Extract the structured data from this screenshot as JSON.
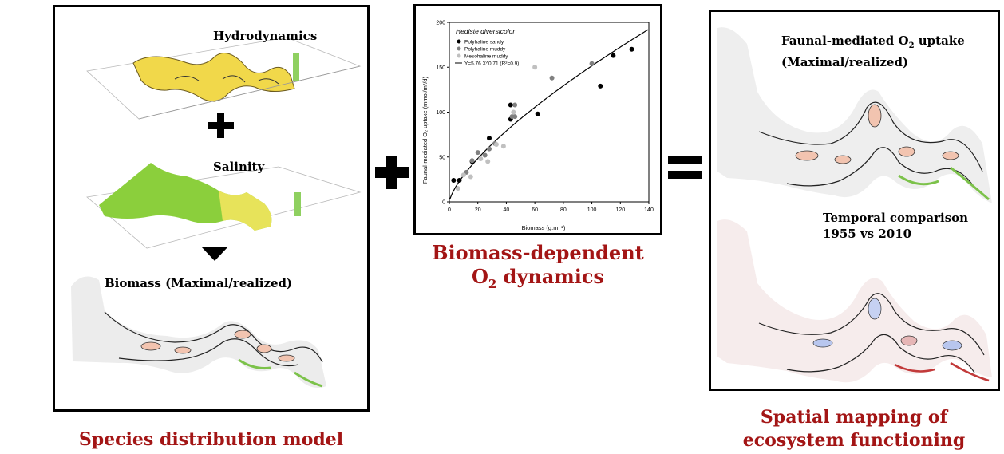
{
  "left_panel": {
    "layer_hydro": "Hydrodynamics",
    "layer_salinity": "Salinity",
    "layer_biomass": "Biomass (Maximal/realized)",
    "caption": "Species distribution model"
  },
  "middle": {
    "caption_line1": "Biomass-dependent",
    "caption_line2_main": "O",
    "caption_line2_sub": "2",
    "caption_line2_rest": " dynamics"
  },
  "right_panel": {
    "title_main": "Faunal-mediated O",
    "title_sub": "2",
    "title_rest": " uptake",
    "title_line2": "(Maximal/realized)",
    "temporal_line1": "Temporal comparison",
    "temporal_line2": "1955 vs 2010",
    "caption_line1": "Spatial mapping of",
    "caption_line2": "ecosystem functioning"
  },
  "colors": {
    "caption_red": "#a31515",
    "sandy": "#000000",
    "muddy": "#808080",
    "mesohaline": "#c0c0c0",
    "hydro_yellow": "#f1d84a",
    "salinity_green": "#39b82a"
  },
  "chart_data": {
    "type": "scatter",
    "title": "Hediste diversicolor",
    "xlabel": "Biomass (g.m⁻²)",
    "ylabel": "Faunal-mediated O₂ uptake (mmol/m²/d)",
    "xlim": [
      0,
      140
    ],
    "ylim": [
      0,
      200
    ],
    "xticks": [
      0,
      20,
      40,
      60,
      80,
      100,
      120,
      140
    ],
    "yticks": [
      0,
      50,
      100,
      150,
      200
    ],
    "legend": "top-left",
    "fit_label": "Y=5.76 X^0.71 (R²=0.9)",
    "fit": {
      "a": 5.76,
      "b": 0.71
    },
    "series": [
      {
        "name": "Polyhaline sandy",
        "color": "#000000",
        "points": [
          [
            3,
            24
          ],
          [
            7,
            24
          ],
          [
            16,
            45
          ],
          [
            28,
            71
          ],
          [
            43,
            92
          ],
          [
            43,
            108
          ],
          [
            62,
            98
          ],
          [
            106,
            129
          ],
          [
            115,
            163
          ],
          [
            128,
            170
          ]
        ]
      },
      {
        "name": "Polyhaline muddy",
        "color": "#808080",
        "points": [
          [
            12,
            33
          ],
          [
            16,
            46
          ],
          [
            20,
            55
          ],
          [
            25,
            52
          ],
          [
            28,
            59
          ],
          [
            32,
            65
          ],
          [
            44,
            95
          ],
          [
            46,
            108
          ],
          [
            46,
            95
          ],
          [
            72,
            138
          ],
          [
            100,
            154
          ]
        ]
      },
      {
        "name": "Mesohaline muddy",
        "color": "#c0c0c0",
        "points": [
          [
            6,
            15
          ],
          [
            10,
            30
          ],
          [
            15,
            28
          ],
          [
            22,
            48
          ],
          [
            27,
            45
          ],
          [
            33,
            64
          ],
          [
            38,
            62
          ],
          [
            45,
            100
          ],
          [
            60,
            150
          ]
        ]
      }
    ]
  }
}
